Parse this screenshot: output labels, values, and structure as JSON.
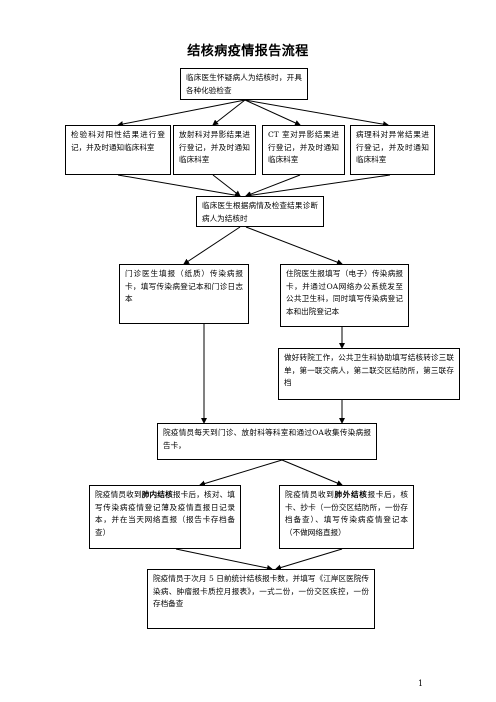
{
  "title": "结核病疫情报告流程",
  "nodes": {
    "start": "临床医生怀疑病人为结核时，开具各种化验检查",
    "lab": "检验科对阳性结果进行登记，并及时通知临床科室",
    "radiology": "放射科对异影结果进行登记，并及时通知临床科室",
    "ct": "CT 室对异影结果进行登记，并及时通知临床科室",
    "pathology": "病理科对异常结果进行登记，并及时通知临床科室",
    "diagnosis": "临床医生根据病情及检查结果诊断病人为结核时",
    "outpatient": "门诊医生填报（纸质）传染病报卡，填写传染病登记本和门诊日志本",
    "inpatient": "住院医生报填写（电子）传染病报卡，并通过OA网络办公系统发至公共卫生科，同时填写传染病登记本和出院登记本",
    "transfer": "做好转院工作，公共卫生科协助填写结核转诊三联单，第一联交病人，第二联交区结防所，第三联存档",
    "collect": "院疫情员每天到门诊、放射科等科室和通过OA收集传染病报告卡，",
    "pulmonary": {
      "pre": "院疫情员收到",
      "bold": "肺内结核",
      "post": "报卡后，核对、填写传染病疫情登记薄及疫情直报日记录本，并在当天网络直报（报告卡存档备查）"
    },
    "extrapulmonary": {
      "pre": "院疫情员收到",
      "bold": "肺外结核",
      "post": "报卡后，核卡、抄卡（一份交区结防所，一份存档备查）、填写传染病疫情登记本（不做网络直报）"
    },
    "monthly": "院疫情员于次月 5 日前统计结核报卡数，并填写《江岸区医院传染病、肿瘤报卡质控月报表》，一式二份，一份交区疾控，一份存档备查"
  },
  "page_number": "1"
}
